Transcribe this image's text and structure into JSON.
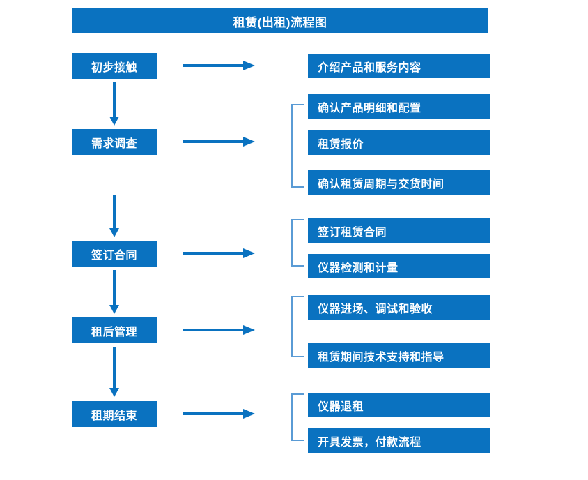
{
  "chart_data": {
    "type": "diagram",
    "title": "租赁(出租)流程图",
    "diagram_kind": "flowchart",
    "orientation": "vertical-main-with-right-branches",
    "stages": [
      {
        "stage": "初步接触",
        "details": [
          "介绍产品和服务内容"
        ],
        "grouped": false
      },
      {
        "stage": "需求调查",
        "details": [
          "确认产品明细和配置",
          "租赁报价",
          "确认租赁周期与交货时间"
        ],
        "grouped": true
      },
      {
        "stage": "签订合同",
        "details": [
          "签订租赁合同",
          "仪器检测和计量"
        ],
        "grouped": true
      },
      {
        "stage": "租后管理",
        "details": [
          "仪器进场、调试和验收",
          "租赁期间技术支持和指导"
        ],
        "grouped": true
      },
      {
        "stage": "租期结束",
        "details": [
          "仪器退租",
          "开具发票，付款流程"
        ],
        "grouped": true
      }
    ]
  },
  "header": {
    "title": "租赁(出租)流程图"
  },
  "colors": {
    "box_blue": "#0a72c0",
    "bracket_blue": "#5a9bd5",
    "text_white": "#ffffff",
    "background": "#ffffff"
  },
  "stages": [
    {
      "label": "初步接触"
    },
    {
      "label": "需求调查"
    },
    {
      "label": "签订合同"
    },
    {
      "label": "租后管理"
    },
    {
      "label": "租期结束"
    }
  ],
  "details": [
    {
      "label": "介绍产品和服务内容"
    },
    {
      "label": "确认产品明细和配置"
    },
    {
      "label": "租赁报价"
    },
    {
      "label": "确认租赁周期与交货时间"
    },
    {
      "label": "签订租赁合同"
    },
    {
      "label": "仪器检测和计量"
    },
    {
      "label": "仪器进场、调试和验收"
    },
    {
      "label": "租赁期间技术支持和指导"
    },
    {
      "label": "仪器退租"
    },
    {
      "label": "开具发票，付款流程"
    }
  ]
}
